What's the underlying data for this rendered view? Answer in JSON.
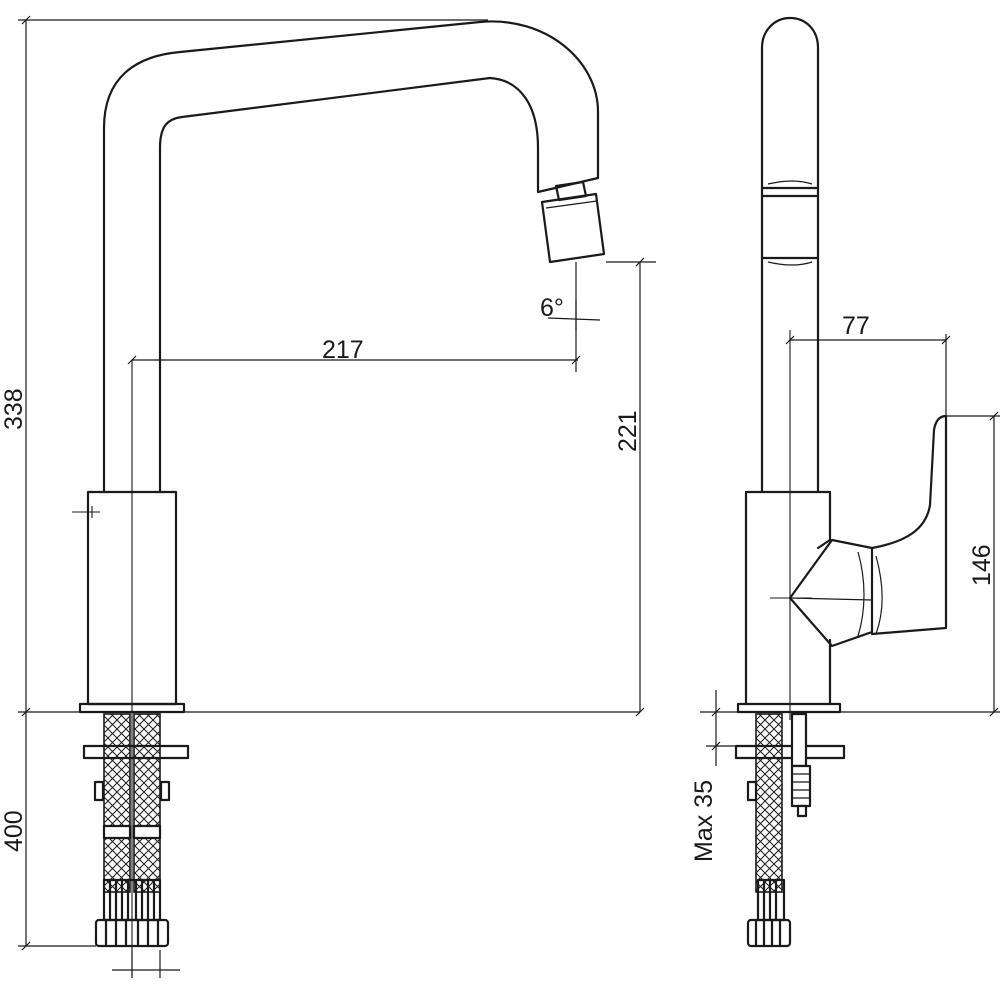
{
  "dimensions": {
    "total_height": "338",
    "spout_reach": "217",
    "spout_height": "221",
    "aerator_angle": "6°",
    "hose_length": "400",
    "lever_offset": "77",
    "lever_height": "146",
    "max_deck_thickness": "Max 35"
  }
}
